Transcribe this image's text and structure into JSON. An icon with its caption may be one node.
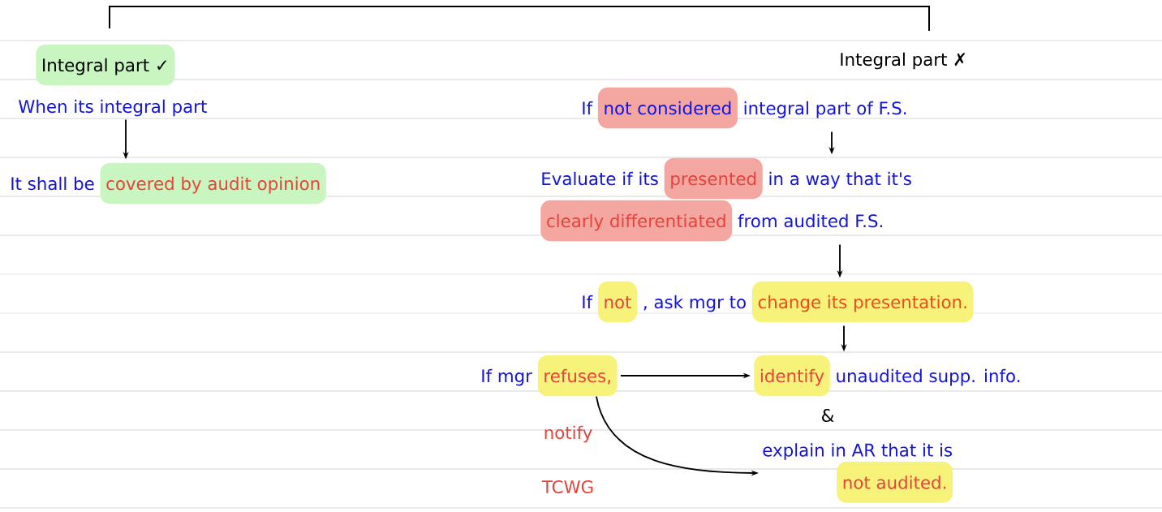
{
  "diagram": {
    "nodes": [
      {
        "text": [
          "Integral part ✓"
        ]
      },
      {
        "text": [
          "When its integral part"
        ]
      },
      {
        "text": [
          "It shall be",
          "covered by audit opinion"
        ]
      },
      {
        "text": [
          "Integral part ✗"
        ]
      },
      {
        "text": [
          "If",
          "not considered",
          "integral part of F.S."
        ]
      },
      {
        "text": [
          "Evaluate if its",
          "presented",
          "in a way that it's",
          "clearly differentiated",
          "from audited F.S."
        ]
      },
      {
        "text": [
          "If",
          "not",
          ", ask mgr to",
          "change its presentation."
        ]
      },
      {
        "text": [
          "If mgr",
          "refuses,"
        ]
      },
      {
        "text": [
          "identify",
          "unaudited supp. info."
        ]
      },
      {
        "text": [
          "explain in AR that it is",
          "not audited."
        ]
      }
    ],
    "edges": [
      {
        "from": 1,
        "to": 2,
        "arrow": "to"
      },
      {
        "from": 4,
        "to": 5,
        "arrow": "to"
      },
      {
        "from": 5,
        "to": 6,
        "arrow": "to"
      },
      {
        "from": 6,
        "to": 8,
        "arrow": "to"
      },
      {
        "from": 7,
        "to": 8,
        "arrow": "to"
      },
      {
        "from": 7,
        "to": 9,
        "arrow": "to"
      }
    ],
    "labels": [
      "&",
      "notify",
      "TCWG"
    ]
  }
}
